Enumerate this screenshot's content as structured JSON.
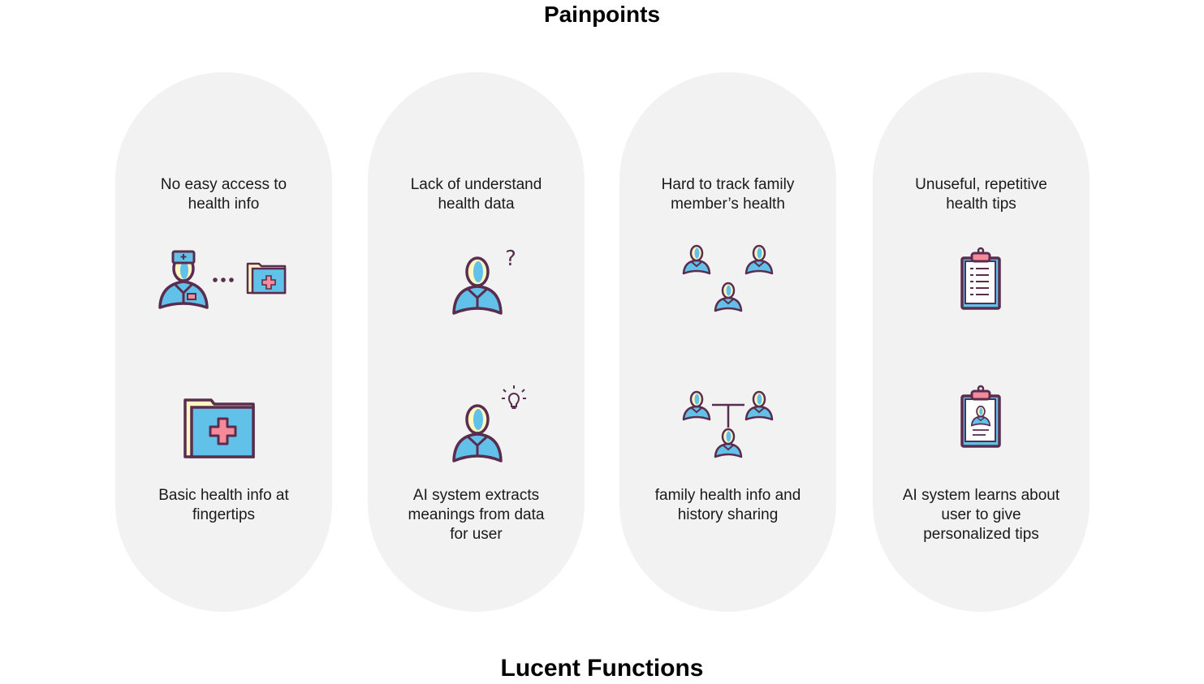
{
  "titles": {
    "painpoints": "Painpoints",
    "functions": "Lucent Functions"
  },
  "colors": {
    "card_bg": "#f2f2f2",
    "outline": "#5a2d4e",
    "blue": "#62c1e8",
    "cream": "#fff7c2",
    "pink": "#f58a9a"
  },
  "cards": [
    {
      "painpoint": "No easy access to\nhealth info",
      "function": "Basic health info at\nfingertips",
      "icon_top": "doctor-to-folder-icon",
      "icon_bottom": "medical-folder-icon"
    },
    {
      "painpoint": "Lack of understand\nhealth data",
      "function": "AI system extracts\nmeanings from data\nfor user",
      "icon_top": "user-question-icon",
      "icon_bottom": "user-lightbulb-icon"
    },
    {
      "painpoint": "Hard to track family\nmember’s health",
      "function": "family health info and\nhistory sharing",
      "icon_top": "family-members-icon",
      "icon_bottom": "family-network-icon"
    },
    {
      "painpoint": "Unuseful, repetitive\nhealth tips",
      "function": "AI system learns about\nuser to give\npersonalized tips",
      "icon_top": "checklist-clipboard-icon",
      "icon_bottom": "profile-clipboard-icon"
    }
  ]
}
